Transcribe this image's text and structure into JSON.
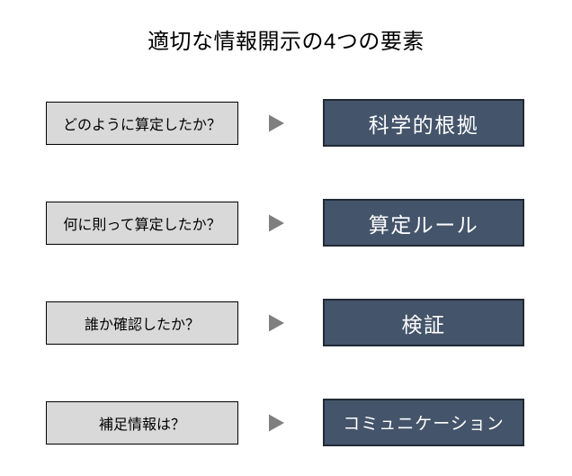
{
  "title": "適切な情報開示の4つの要素",
  "rows": [
    {
      "question": "どのように算定したか？",
      "element": "科学的根拠"
    },
    {
      "question": "何に則って算定したか？",
      "element": "算定ルール"
    },
    {
      "question": "誰か確認したか？",
      "element": "検証"
    },
    {
      "question": "補足情報は？",
      "element": "コミュニケーション"
    }
  ],
  "icons": {
    "row_connector": "arrow-right-triangle"
  },
  "colors": {
    "background": "#ffffff",
    "title_text": "#000000",
    "question_box_bg": "#d9d9d9",
    "question_box_border": "#000000",
    "question_text": "#000000",
    "element_box_bg": "#44546a",
    "element_box_border": "#222a35",
    "element_text": "#ffffff",
    "arrow": "#7f7f7f"
  }
}
